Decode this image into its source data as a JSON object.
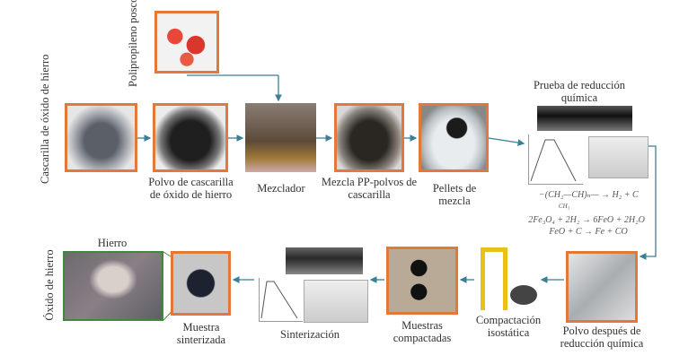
{
  "labels": {
    "polypropylene": "Polipropileno posconsumo",
    "scale": "Cascarilla de óxido de hierro",
    "scale_powder": "Polvo de cascarilla de óxido de hierro",
    "mixer": "Mezclador",
    "mix": "Mezcla PP-polvos de cascarilla",
    "pellets": "Pellets de mezcla",
    "reduction_test": "Prueba de reducción química",
    "powder_after": "Polvo después de reducción química",
    "compaction": "Compactación isostática",
    "compacted": "Muestras compactadas",
    "sintering": "Sinterización",
    "sintered": "Muestra sinterizada",
    "iron": "Hierro",
    "iron_oxide": "Óxido de hierro"
  },
  "equations": {
    "pp": "−(CH₂—CH)ₙ— → H₂ + C",
    "pp_sub": "CH₃",
    "eq1": "2Fe₃O₄ + 2H₂ → 6FeO + 2H₂O",
    "eq2": "FeO + C → Fe + CO"
  },
  "colors": {
    "frame": "#e2793a",
    "arrow": "#3a7f96",
    "micro_frame": "#3f8a3a"
  }
}
